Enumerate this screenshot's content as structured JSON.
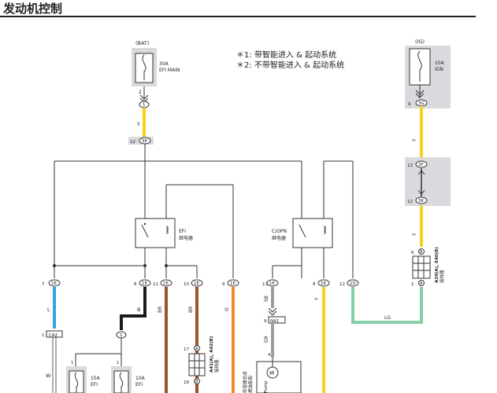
{
  "header": {
    "title": "发动机控制"
  },
  "notes": {
    "note1": "＊1: 带智能进入 & 起动系统",
    "note2": "＊2: 不带智能进入 & 起动系统"
  },
  "colors": {
    "yellow": "#f4d21e",
    "blue": "#2fa8e0",
    "black": "#1a1a1a",
    "brown": "#a0522d",
    "orange": "#ec8b2a",
    "gray": "#9a9fa6",
    "lightgreen": "#86cfa6",
    "shade": "#d9d9de",
    "line": "#333333"
  },
  "fuses": {
    "bat": {
      "source": "(BAT)",
      "amp": "30A",
      "name": "EFI MAIN",
      "pin_top": "2",
      "conn_pin": "1"
    },
    "ig": {
      "source": "(IG)",
      "amp": "10A",
      "name": "IGN",
      "conn_pin": "9",
      "conn_id": "3G"
    },
    "efi15": {
      "amp": "15A",
      "name": "EFI",
      "pin": "1"
    },
    "efi10": {
      "amp": "10A",
      "name": "EFI",
      "pin": "1"
    }
  },
  "wires": {
    "bat_color": "Y",
    "ig_color": "Y",
    "ig_color2": "Y",
    "w_l": "L",
    "w_b": "B",
    "w_br1": "BR",
    "w_br2": "BR",
    "w_o": "O",
    "w_sb": "SB",
    "w_gr": "GR",
    "w_y": "Y",
    "w_lg": "LG",
    "w_w": "W"
  },
  "connectors": {
    "c3e": {
      "pin": "12",
      "id": "3E"
    },
    "c3f": {
      "pin": "12",
      "id": "3F"
    },
    "c3k": {
      "pin": "12",
      "id": "3K"
    },
    "c7": {
      "pin": "7",
      "id": "1E"
    },
    "c8": {
      "pin": "8",
      "id": "1E"
    },
    "c11": {
      "pin": "11",
      "id": "1E"
    },
    "c10": {
      "pin": "10",
      "id": "1E"
    },
    "c9": {
      "pin": "9",
      "id": "1E"
    },
    "c13": {
      "pin": "13",
      "id": "1E"
    },
    "c8b": {
      "pin": "8",
      "id": "1E"
    },
    "c12": {
      "pin": "12",
      "id": "1D"
    },
    "ca2": {
      "pin": "1",
      "id": "CA2"
    },
    "na1": {
      "pin": "9",
      "id": "NA1"
    },
    "j1": {
      "id": "1"
    }
  },
  "relays": {
    "efi": {
      "name": "EFI",
      "desc": "继电器"
    },
    "copn": {
      "name": "C/OPN",
      "desc": "继电器"
    }
  },
  "joints": {
    "a41": {
      "name": "A41(A), A42(B)",
      "desc": "接线器",
      "pinA": "17",
      "idA": "A",
      "pinB": "16",
      "idB": "B"
    },
    "a39": {
      "name": "A39(A), E40(B)",
      "desc": "接线器",
      "pinB": "6",
      "idB": "B",
      "pinA": "1",
      "idA": "A"
    }
  },
  "pump": {
    "label": "Pump",
    "symbol": "M",
    "desc1": "燃油泵和",
    "desc2": "传感器总成",
    "pin": "4"
  }
}
